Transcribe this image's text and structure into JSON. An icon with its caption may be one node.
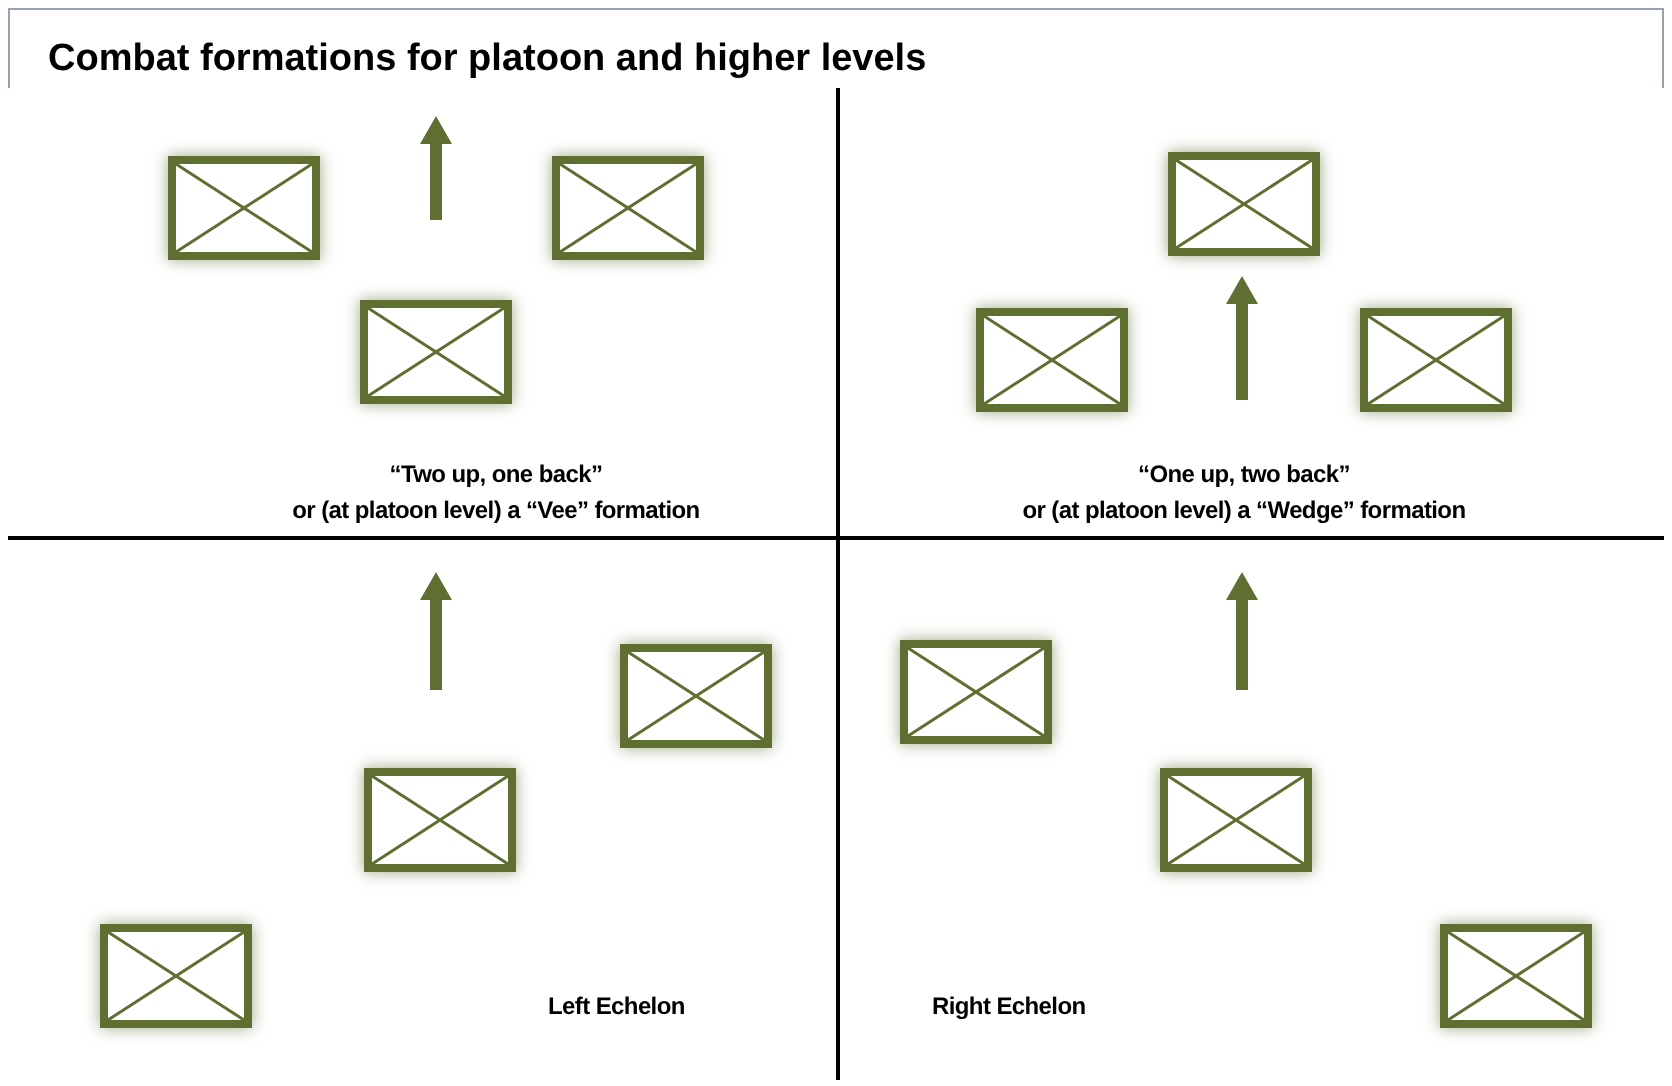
{
  "diagram": {
    "title": "Combat formations for platoon and higher levels",
    "nodes": [
      {
        "text": [
          "“Two up, one back”",
          "or (at platoon level) a “Vee” formation"
        ]
      },
      {
        "text": [],
        "shape": "box",
        "in": 0
      },
      {
        "text": [],
        "shape": "box",
        "in": 0
      },
      {
        "text": [],
        "shape": "box",
        "in": 0
      },
      {
        "text": [
          "“One up, two back”",
          "or (at platoon level) a “Wedge” formation"
        ]
      },
      {
        "text": [],
        "shape": "box",
        "in": 4
      },
      {
        "text": [],
        "shape": "box",
        "in": 4
      },
      {
        "text": [],
        "shape": "box",
        "in": 4
      },
      {
        "text": [
          "Left Echelon"
        ]
      },
      {
        "text": [],
        "shape": "box",
        "in": 8
      },
      {
        "text": [],
        "shape": "box",
        "in": 8
      },
      {
        "text": [],
        "shape": "box",
        "in": 8
      },
      {
        "text": [
          "Right Echelon"
        ]
      },
      {
        "text": [],
        "shape": "box",
        "in": 12
      },
      {
        "text": [],
        "shape": "box",
        "in": 12
      },
      {
        "text": [],
        "shape": "box",
        "in": 12
      }
    ],
    "edges": []
  }
}
